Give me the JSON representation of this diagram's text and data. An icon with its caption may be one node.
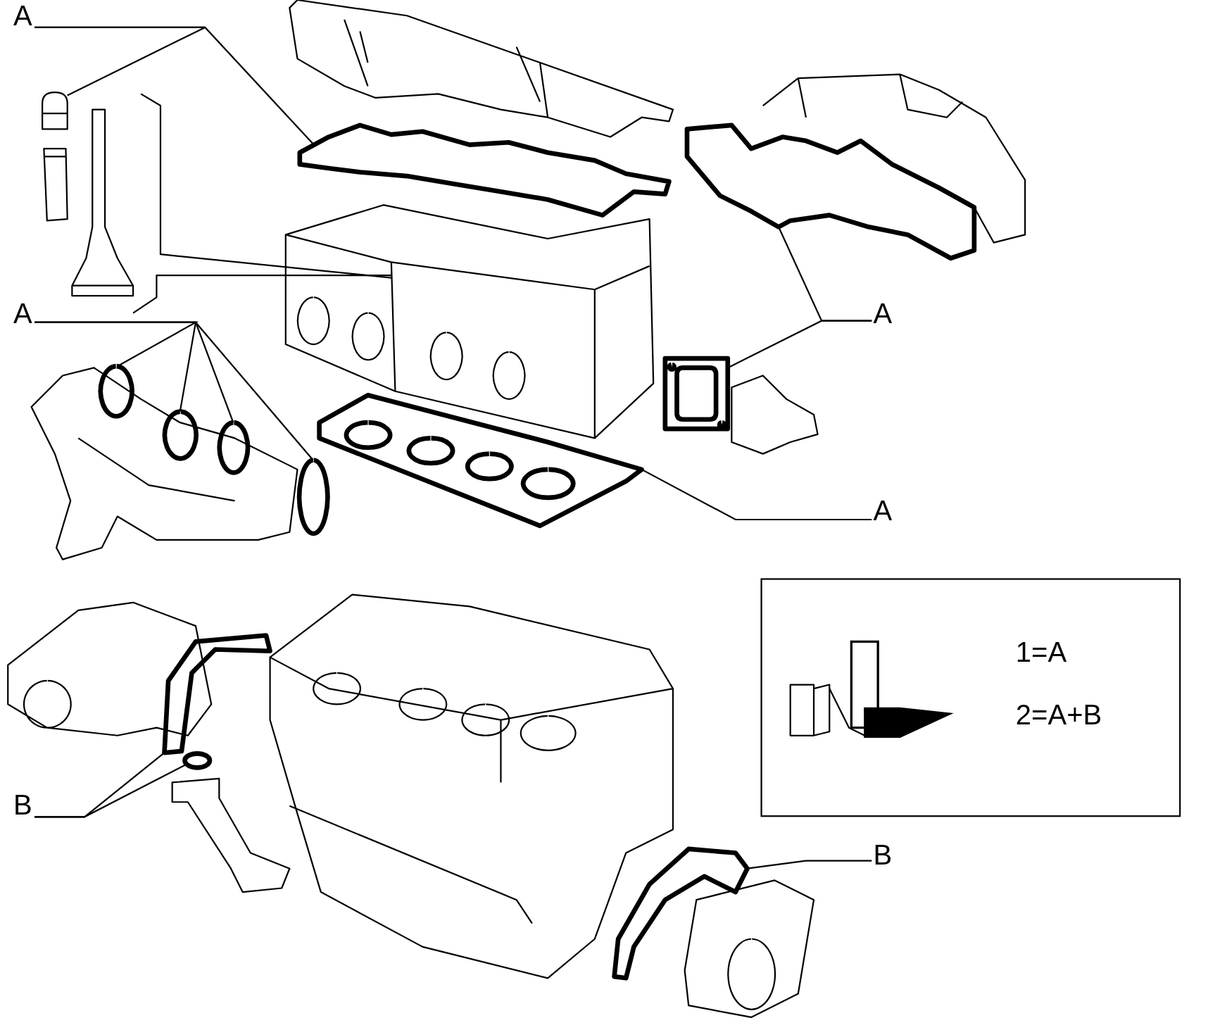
{
  "diagram": {
    "nodes": [
      {
        "text": [
          "A"
        ]
      },
      {
        "text": [],
        "shape": "picture"
      },
      {
        "text": [],
        "shape": "picture"
      },
      {
        "text": [
          "A"
        ]
      },
      {
        "text": [],
        "shape": "picture"
      },
      {
        "text": [],
        "shape": "picture"
      },
      {
        "text": [],
        "shape": "picture"
      },
      {
        "text": [],
        "shape": "picture"
      },
      {
        "text": [
          "A"
        ]
      },
      {
        "text": [],
        "shape": "picture"
      },
      {
        "text": [],
        "shape": "picture"
      },
      {
        "text": [
          "A"
        ]
      },
      {
        "text": [],
        "shape": "picture"
      },
      {
        "text": [
          "B"
        ]
      },
      {
        "text": [],
        "shape": "picture"
      },
      {
        "text": [],
        "shape": "picture"
      },
      {
        "text": [
          "B"
        ]
      },
      {
        "text": [],
        "shape": "picture"
      }
    ],
    "edges": [
      {
        "from": 0,
        "to": 1,
        "arrow": "none"
      },
      {
        "from": 0,
        "to": 2,
        "arrow": "none"
      },
      {
        "from": 3,
        "to": 4,
        "arrow": "none"
      },
      {
        "from": 3,
        "to": 5,
        "arrow": "none"
      },
      {
        "from": 3,
        "to": 6,
        "arrow": "none"
      },
      {
        "from": 3,
        "to": 7,
        "arrow": "none"
      },
      {
        "from": 8,
        "to": 9,
        "arrow": "none"
      },
      {
        "from": 8,
        "to": 10,
        "arrow": "none"
      },
      {
        "from": 11,
        "to": 12,
        "arrow": "none"
      },
      {
        "from": 13,
        "to": 14,
        "arrow": "none"
      },
      {
        "from": 13,
        "to": 15,
        "arrow": "none"
      },
      {
        "from": 16,
        "to": 17,
        "arrow": "none"
      }
    ],
    "labels": [
      "1=A",
      "2=A+B"
    ]
  }
}
